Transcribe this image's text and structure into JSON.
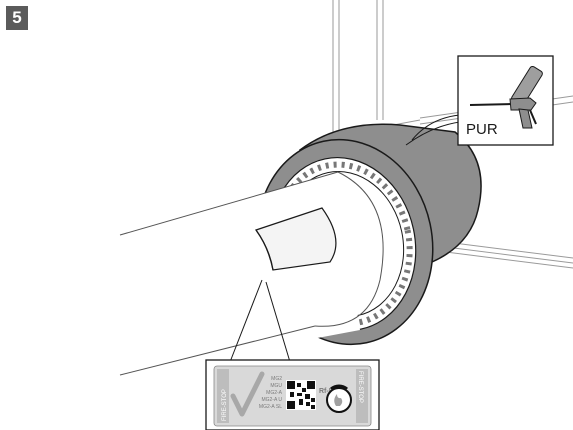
{
  "step": {
    "number": "5"
  },
  "callout_tool": {
    "label": "PUR"
  },
  "callout_label": {
    "side_text_left": "FIRE-STOP",
    "side_text_right": "FIRE-STOP",
    "product_codes": [
      "MG2",
      "MGU",
      "MG2-A",
      "MG2-A U",
      "MG2-A SL"
    ],
    "rf_mark": "Rf-I"
  },
  "colors": {
    "collar": "#8e8e8e",
    "outline": "#1a1a1a",
    "label_bg": "#d9d9d9",
    "thin_line": "#9a9a9a"
  },
  "icons": [
    "spray-foam-gun-icon",
    "checkmark-icon",
    "qr-code-icon",
    "fire-rating-icon"
  ]
}
